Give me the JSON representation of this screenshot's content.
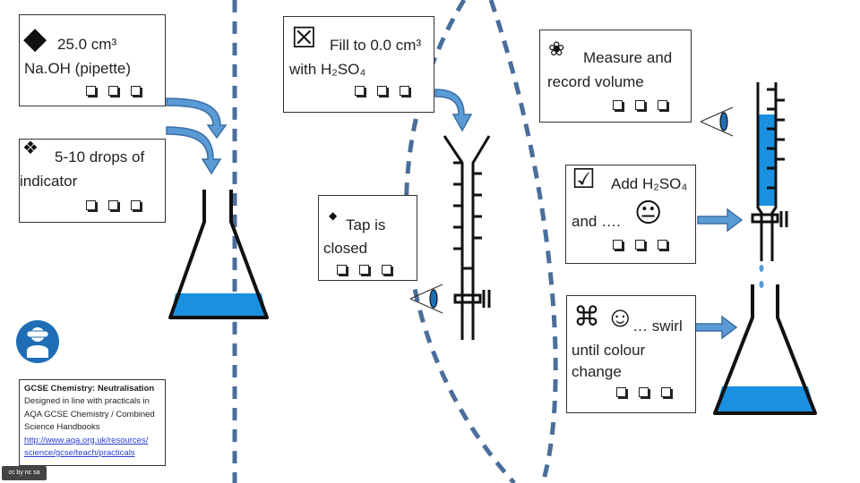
{
  "steps": [
    {
      "icon": "diamond-icon",
      "lines": [
        "25.0 cm³",
        "Na.OH (pipette)"
      ]
    },
    {
      "icon": "checkbox-cross-icon",
      "lines": [
        "Fill to 0.0 cm³",
        "with H₂SO₄"
      ]
    },
    {
      "icon": "flower-icon",
      "lines": [
        "Measure and",
        "record volume"
      ]
    },
    {
      "icon": "four-diamonds-icon",
      "lines": [
        "5-10 drops of",
        "indicator"
      ]
    },
    {
      "icon": "small-diamond-icon",
      "lines": [
        "Tap is",
        "closed"
      ]
    },
    {
      "icon": "checkbox-chevron-icon",
      "lines": [
        "Add H₂SO₄",
        "and …."
      ],
      "face": "neutral-face-icon"
    },
    {
      "icon": "command-symbol-icon",
      "lines": [
        "… swirl",
        "until colour",
        "change"
      ],
      "face": "smiley-face-icon"
    }
  ],
  "credit": {
    "title": "GCSE Chemistry: Neutralisation",
    "body": "Designed in line with practicals in AQA GCSE Chemistry / Combined Science Handbooks",
    "link": "http://www.aqa.org.uk/resources/ science/gcse/teach/practicals"
  },
  "colors": {
    "liquid": "#1a90e0",
    "divider": "#4a6e9a",
    "safety": "#1f6eb5"
  }
}
